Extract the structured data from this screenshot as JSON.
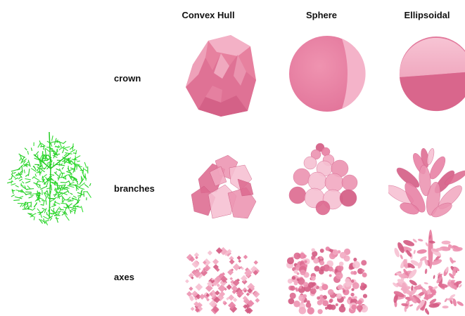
{
  "columns": [
    {
      "key": "hull",
      "label": "Convex Hull"
    },
    {
      "key": "sphere",
      "label": "Sphere"
    },
    {
      "key": "ellipsoid",
      "label": "Ellipsoidal"
    }
  ],
  "rows": [
    {
      "key": "crown",
      "label": "crown"
    },
    {
      "key": "branches",
      "label": "branches"
    },
    {
      "key": "axes",
      "label": "axes"
    }
  ],
  "colors": {
    "pink_base": "#e87fa3",
    "pink_light": "#f5b6cc",
    "pink_dark": "#d0587f",
    "tree_green": "#22cc22"
  }
}
